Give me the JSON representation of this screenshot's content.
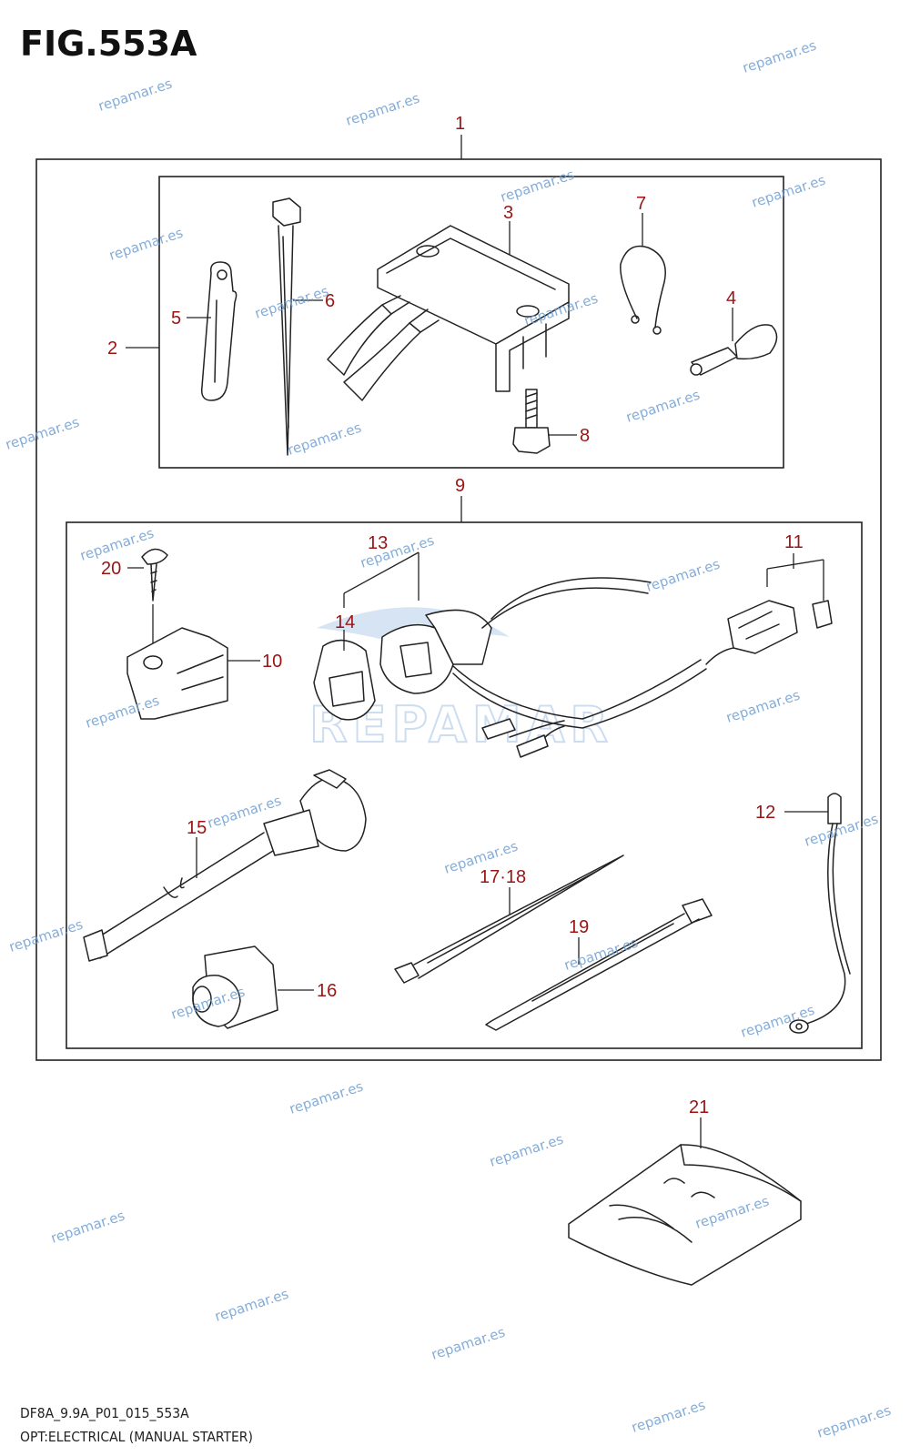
{
  "figure": {
    "title": "FIG.553A",
    "footer_code": "DF8A_9.9A_P01_015_553A",
    "footer_description": "OPT:ELECTRICAL (MANUAL STARTER)"
  },
  "callouts": {
    "c1": "1",
    "c2": "2",
    "c3": "3",
    "c4": "4",
    "c5": "5",
    "c6": "6",
    "c7": "7",
    "c8": "8",
    "c9": "9",
    "c10": "10",
    "c11": "11",
    "c12": "12",
    "c13": "13",
    "c14": "14",
    "c15": "15",
    "c16": "16",
    "c17_18": "17·18",
    "c19": "19",
    "c20": "20",
    "c21": "21"
  },
  "watermark": {
    "text": "repamar.es",
    "logo_text": "REPAMAR",
    "color": "#6f9fd2"
  }
}
